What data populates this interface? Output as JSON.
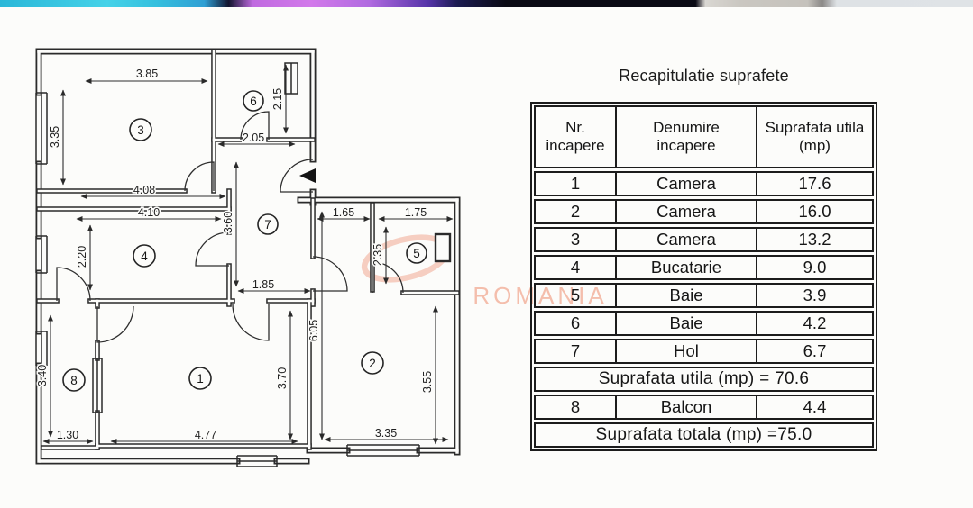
{
  "top_strip": {
    "gradient": "linear-gradient(90deg,#2ab7d8 0%,#45d2e8 11%,#35c0de 16%,#2f9fd4 21%,#12142e 23.5%,#c06ae0 26%,#d279ea 32%,#b06ae0 38%,#5533a8 44%,#1b1b50 47%,#0a0a14 52%,#0a0a14 71.5%,#d9d7d2 72.5%,#cac7c1 76%,#c5c2bc 83%,#8a8886 84.5%,#dee2e5 86%,#dfe3e6 100%)",
    "colors": [
      "#2ab7d8",
      "#45d2e8",
      "#12142e",
      "#d279ea",
      "#5533a8",
      "#0a0a14",
      "#d9d7d2",
      "#8a8886",
      "#dee2e5"
    ]
  },
  "watermark": {
    "text": "ROMANIA",
    "text_color": "#f2a78f",
    "ring_color": "#ef9f88"
  },
  "plan": {
    "room_numbers": {
      "r1": "1",
      "r2": "2",
      "r3": "3",
      "r4": "4",
      "r5": "5",
      "r6": "6",
      "r7": "7",
      "r8": "8"
    },
    "dims": {
      "room3_top": "3.85",
      "room3_left": "3.35",
      "room3_bottom": "4.08",
      "room6_right": "2.15",
      "room6_bottom": "2.05",
      "room4_top": "4.10",
      "room4_left": "2.20",
      "hol_height": "3.60",
      "hol_width": "1.85",
      "corridor_top": "1.65",
      "room5_top": "1.75",
      "room5_left": "2.35",
      "wing_left": "6.05",
      "room1_right": "3.70",
      "room2_right": "3.55",
      "room2_bottom": "3.35",
      "room1_bottom": "4.77",
      "balcony_bottom": "1.30",
      "balcony_left": "3.40"
    }
  },
  "table": {
    "title": "Recapitulatie suprafete",
    "header": {
      "nr1": "Nr.",
      "nr2": "incapere",
      "den1": "Denumire",
      "den2": "incapere",
      "sup1": "Suprafata utila",
      "sup2": "(mp)"
    },
    "rows": [
      {
        "nr": "1",
        "name": "Camera",
        "area": "17.6"
      },
      {
        "nr": "2",
        "name": "Camera",
        "area": "16.0"
      },
      {
        "nr": "3",
        "name": "Camera",
        "area": "13.2"
      },
      {
        "nr": "4",
        "name": "Bucatarie",
        "area": "9.0"
      },
      {
        "nr": "5",
        "name": "Baie",
        "area": "3.9"
      },
      {
        "nr": "6",
        "name": "Baie",
        "area": "4.2"
      },
      {
        "nr": "7",
        "name": "Hol",
        "area": "6.7"
      }
    ],
    "summary_utila": "Suprafata utila (mp) = 70.6",
    "balcony_row": {
      "nr": "8",
      "name": "Balcon",
      "area": "4.4"
    },
    "summary_totala": "Suprafata totala (mp) =75.0"
  }
}
